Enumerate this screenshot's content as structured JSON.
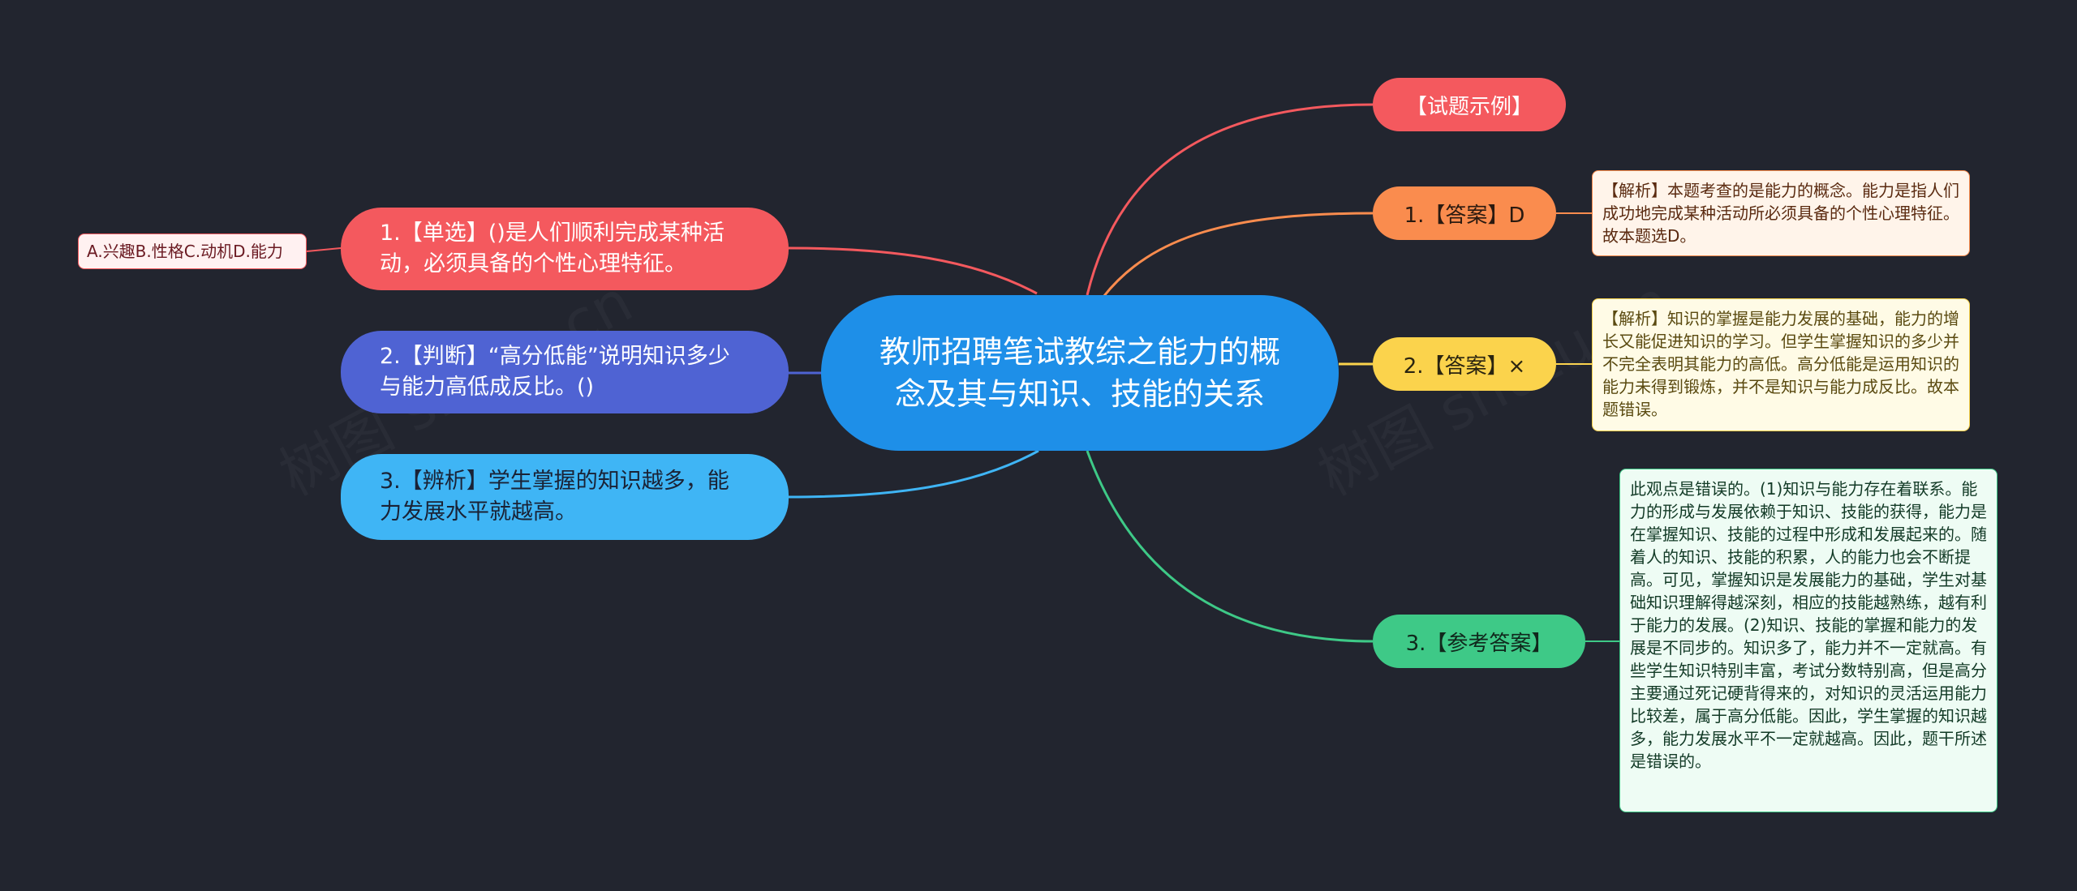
{
  "center": {
    "title": "教师招聘笔试教综之能力的概念及其与知识、技能的关系"
  },
  "left_branches": [
    {
      "text": "1.【单选】()是人们顺利完成某种活动，必须具备的个性心理特征。",
      "color": "#f4595e"
    },
    {
      "text": "2.【判断】“高分低能”说明知识多少与能力高低成反比。()",
      "color": "#4f63d3"
    },
    {
      "text": "3.【辨析】学生掌握的知识越多，能力发展水平就越高。",
      "color": "#3fb5f5"
    }
  ],
  "left_note": {
    "text": "A.兴趣B.性格C.动机D.能力"
  },
  "right_branches": [
    {
      "label": "【试题示例】",
      "color": "#f4595e"
    },
    {
      "label": "1.【答案】D",
      "color": "#fa8c4e"
    },
    {
      "label": "2.【答案】×",
      "color": "#fbd34c"
    },
    {
      "label": "3.【参考答案】",
      "color": "#3ec987"
    }
  ],
  "right_notes": [
    {
      "text": "【解析】本题考查的是能力的概念。能力是指人们成功地完成某种活动所必须具备的个性心理特征。故本题选D。"
    },
    {
      "text": "【解析】知识的掌握是能力发展的基础，能力的增长又能促进知识的学习。但学生掌握知识的多少并不完全表明其能力的高低。高分低能是运用知识的能力未得到锻炼，并不是知识与能力成反比。故本题错误。"
    },
    {
      "text": "此观点是错误的。(1)知识与能力存在着联系。能力的形成与发展依赖于知识、技能的获得，能力是在掌握知识、技能的过程中形成和发展起来的。随着人的知识、技能的积累，人的能力也会不断提高。可见，掌握知识是发展能力的基础，学生对基础知识理解得越深刻，相应的技能越熟练，越有利于能力的发展。(2)知识、技能的掌握和能力的发展是不同步的。知识多了，能力并不一定就高。有些学生知识特别丰富，考试分数特别高，但是高分主要通过死记硬背得来的，对知识的灵活运用能力比较差，属于高分低能。因此，学生掌握的知识越多，能力发展水平不一定就越高。因此，题干所述是错误的。"
    }
  ],
  "watermark": "树图 shutu.cn"
}
